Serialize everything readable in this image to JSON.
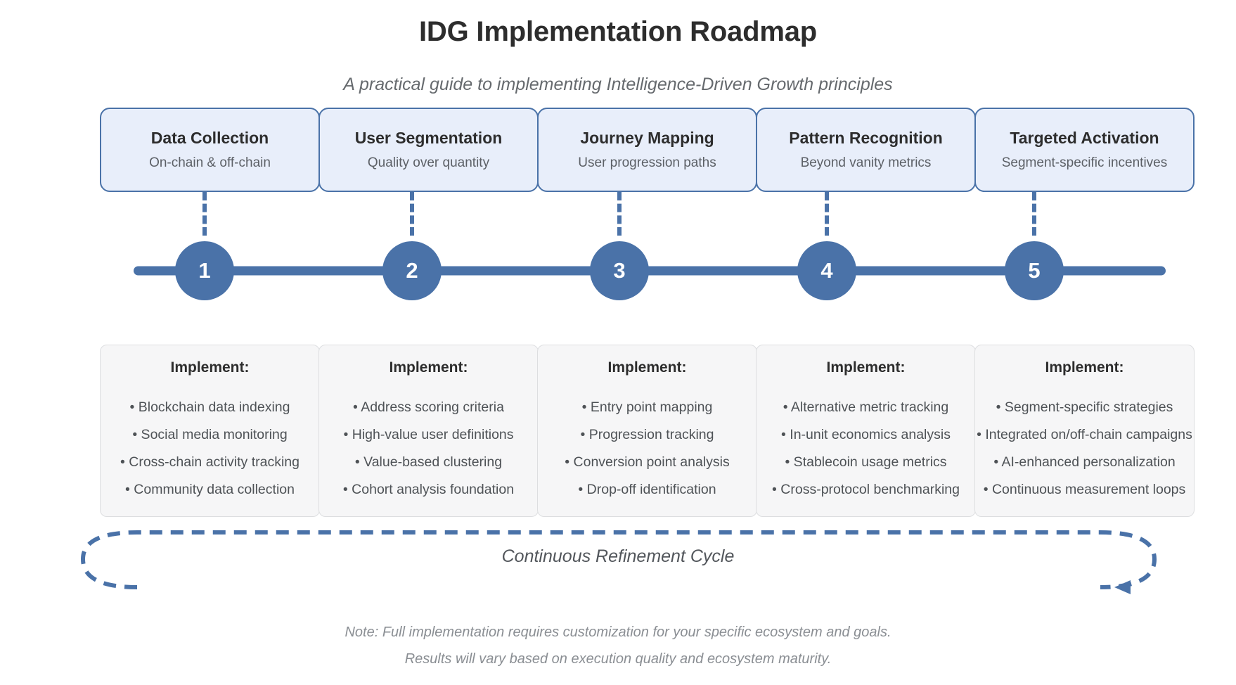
{
  "header": {
    "title": "IDG Implementation Roadmap",
    "subtitle": "A practical guide to implementing Intelligence-Driven Growth principles"
  },
  "colors": {
    "accent_blue": "#4a72a8",
    "card_fill": "#e8eefa",
    "impl_fill": "#f6f6f7",
    "impl_border": "#dddee0",
    "title_text": "#2d2d2d",
    "muted_text": "#666a6e",
    "node_text": "#ffffff"
  },
  "phases": [
    {
      "step": "1",
      "name": "Data Collection",
      "description": "On-chain & off-chain",
      "implement_label": "Implement:",
      "items": [
        "• Blockchain data indexing",
        "• Social media monitoring",
        "• Cross-chain activity tracking",
        "• Community data collection"
      ]
    },
    {
      "step": "2",
      "name": "User Segmentation",
      "description": "Quality over quantity",
      "implement_label": "Implement:",
      "items": [
        "• Address scoring criteria",
        "• High-value user definitions",
        "• Value-based clustering",
        "• Cohort analysis foundation"
      ]
    },
    {
      "step": "3",
      "name": "Journey Mapping",
      "description": "User progression paths",
      "implement_label": "Implement:",
      "items": [
        "• Entry point mapping",
        "• Progression tracking",
        "• Conversion point analysis",
        "• Drop-off identification"
      ]
    },
    {
      "step": "4",
      "name": "Pattern Recognition",
      "description": "Beyond vanity metrics",
      "implement_label": "Implement:",
      "items": [
        "• Alternative metric tracking",
        "• In-unit economics analysis",
        "• Stablecoin usage metrics",
        "• Cross-protocol benchmarking"
      ]
    },
    {
      "step": "5",
      "name": "Targeted Activation",
      "description": "Segment-specific incentives",
      "implement_label": "Implement:",
      "items": [
        "• Segment-specific strategies",
        "• Integrated on/off-chain campaigns",
        "• AI-enhanced personalization",
        "• Continuous measurement loops"
      ]
    }
  ],
  "cycle": {
    "label": "Continuous Refinement Cycle"
  },
  "footer": {
    "lines": [
      "Note: Full implementation requires customization for your specific ecosystem and goals.",
      "Results will vary based on execution quality and ecosystem maturity."
    ]
  }
}
